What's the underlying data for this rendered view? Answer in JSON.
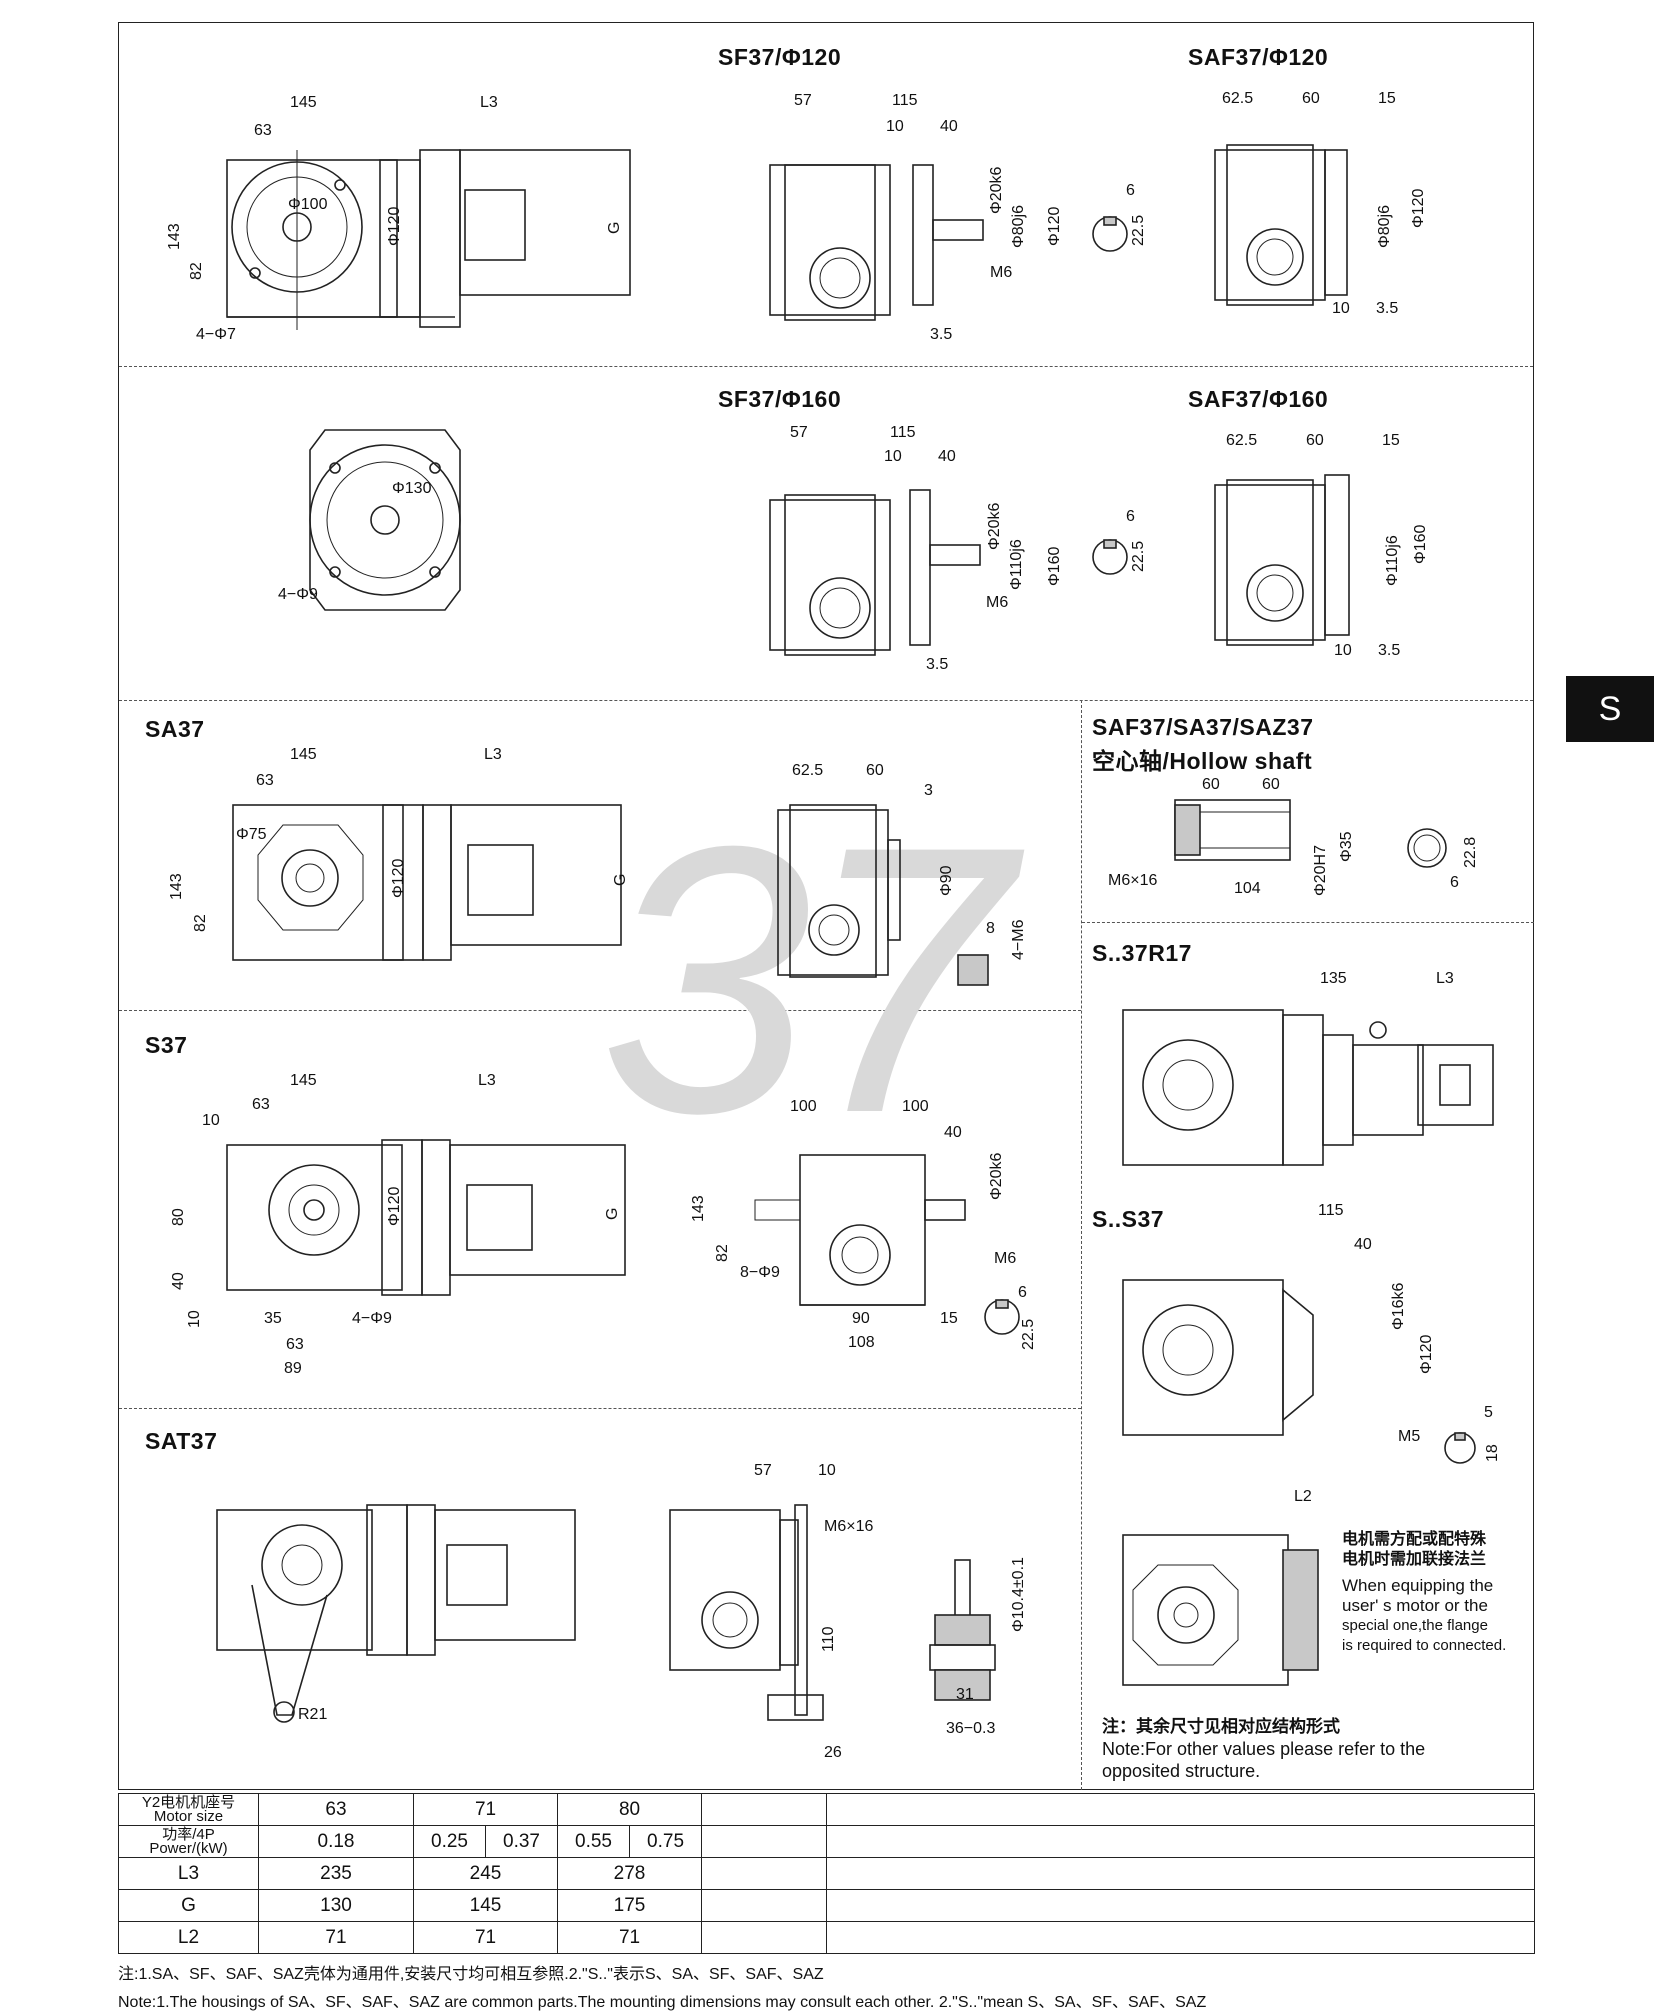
{
  "side_tab": "S",
  "watermark": "37",
  "sections": {
    "sf37_120": {
      "title": "SF37/Φ120",
      "dims": [
        "57",
        "115",
        "10",
        "40",
        "Φ20k6",
        "Φ80j6",
        "Φ120",
        "M6",
        "3.5",
        "6",
        "22.5"
      ]
    },
    "saf37_120": {
      "title": "SAF37/Φ120",
      "dims": [
        "62.5",
        "60",
        "15",
        "Φ80j6",
        "Φ120",
        "10",
        "3.5"
      ]
    },
    "top_left": {
      "dims": [
        "145",
        "L3",
        "63",
        "Φ100",
        "Φ120",
        "143",
        "82",
        "G",
        "4−Φ7"
      ]
    },
    "flange160": {
      "dims": [
        "Φ130",
        "4−Φ9"
      ]
    },
    "sf37_160": {
      "title": "SF37/Φ160",
      "dims": [
        "57",
        "115",
        "10",
        "40",
        "Φ20k6",
        "Φ110j6",
        "Φ160",
        "M6",
        "3.5",
        "6",
        "22.5"
      ]
    },
    "saf37_160": {
      "title": "SAF37/Φ160",
      "dims": [
        "62.5",
        "60",
        "15",
        "Φ110j6",
        "Φ160",
        "10",
        "3.5"
      ]
    },
    "sa37": {
      "title": "SA37",
      "dims": [
        "145",
        "L3",
        "63",
        "Φ75",
        "Φ120",
        "143",
        "82",
        "G",
        "62.5",
        "60",
        "3",
        "Φ90",
        "8",
        "4−M6"
      ]
    },
    "hollow": {
      "title_line1": "SAF37/SA37/SAZ37",
      "title_line2": "空心轴/Hollow shaft",
      "dims": [
        "60",
        "60",
        "M6×16",
        "104",
        "Φ20H7",
        "Φ35",
        "22.8",
        "6"
      ]
    },
    "s37r17": {
      "title": "S..37R17",
      "dims": [
        "135",
        "L3"
      ]
    },
    "s37": {
      "title": "S37",
      "dims": [
        "145",
        "L3",
        "63",
        "10",
        "80",
        "40",
        "10",
        "35",
        "63",
        "89",
        "4−Φ9",
        "Φ120",
        "G",
        "100",
        "100",
        "40",
        "Φ20k6",
        "143",
        "82",
        "8−Φ9",
        "M6",
        "90",
        "108",
        "15",
        "6",
        "22.5"
      ]
    },
    "ss37": {
      "title": "S..S37",
      "dims": [
        "115",
        "40",
        "Φ16k6",
        "Φ120",
        "M5",
        "5",
        "18"
      ]
    },
    "sat37": {
      "title": "SAT37",
      "dims": [
        "R21",
        "57",
        "10",
        "M6×16",
        "110",
        "26",
        "Φ10.4±0.1",
        "31",
        "36−0.3"
      ]
    },
    "motor_note": {
      "l2": "L2",
      "cn": [
        "电机需方配或配特殊",
        "电机时需加联接法兰"
      ],
      "en": [
        "When equipping the",
        "user' s motor or the",
        "special one,the flange",
        "is required to connected."
      ]
    },
    "other_note": {
      "cn": "注：其余尺寸见相对应结构形式",
      "en": [
        "Note:For other values please refer to the",
        "opposited structure."
      ]
    }
  },
  "table": {
    "row_motor": {
      "label_cn": "Y2电机机座号",
      "label_en": "Motor size",
      "values": [
        "63",
        "71",
        "80"
      ]
    },
    "row_power": {
      "label_cn": "功率/4P",
      "label_en": "Power/(kW)",
      "values": [
        "0.18",
        "0.25",
        "0.37",
        "0.55",
        "0.75"
      ]
    },
    "row_l3": {
      "label": "L3",
      "values": [
        "235",
        "245",
        "278"
      ]
    },
    "row_g": {
      "label": "G",
      "values": [
        "130",
        "145",
        "175"
      ]
    },
    "row_l2": {
      "label": "L2",
      "values": [
        "71",
        "71",
        "71"
      ]
    }
  },
  "footer": {
    "cn": "注:1.SA、SF、SAF、SAZ壳体为通用件,安装尺寸均可相互参照.2.\"S..\"表示S、SA、SF、SAF、SAZ",
    "en": "Note:1.The housings of SA、SF、SAF、SAZ are common parts.The mounting dimensions may consult each other. 2.\"S..\"mean S、SA、SF、SAF、SAZ"
  }
}
